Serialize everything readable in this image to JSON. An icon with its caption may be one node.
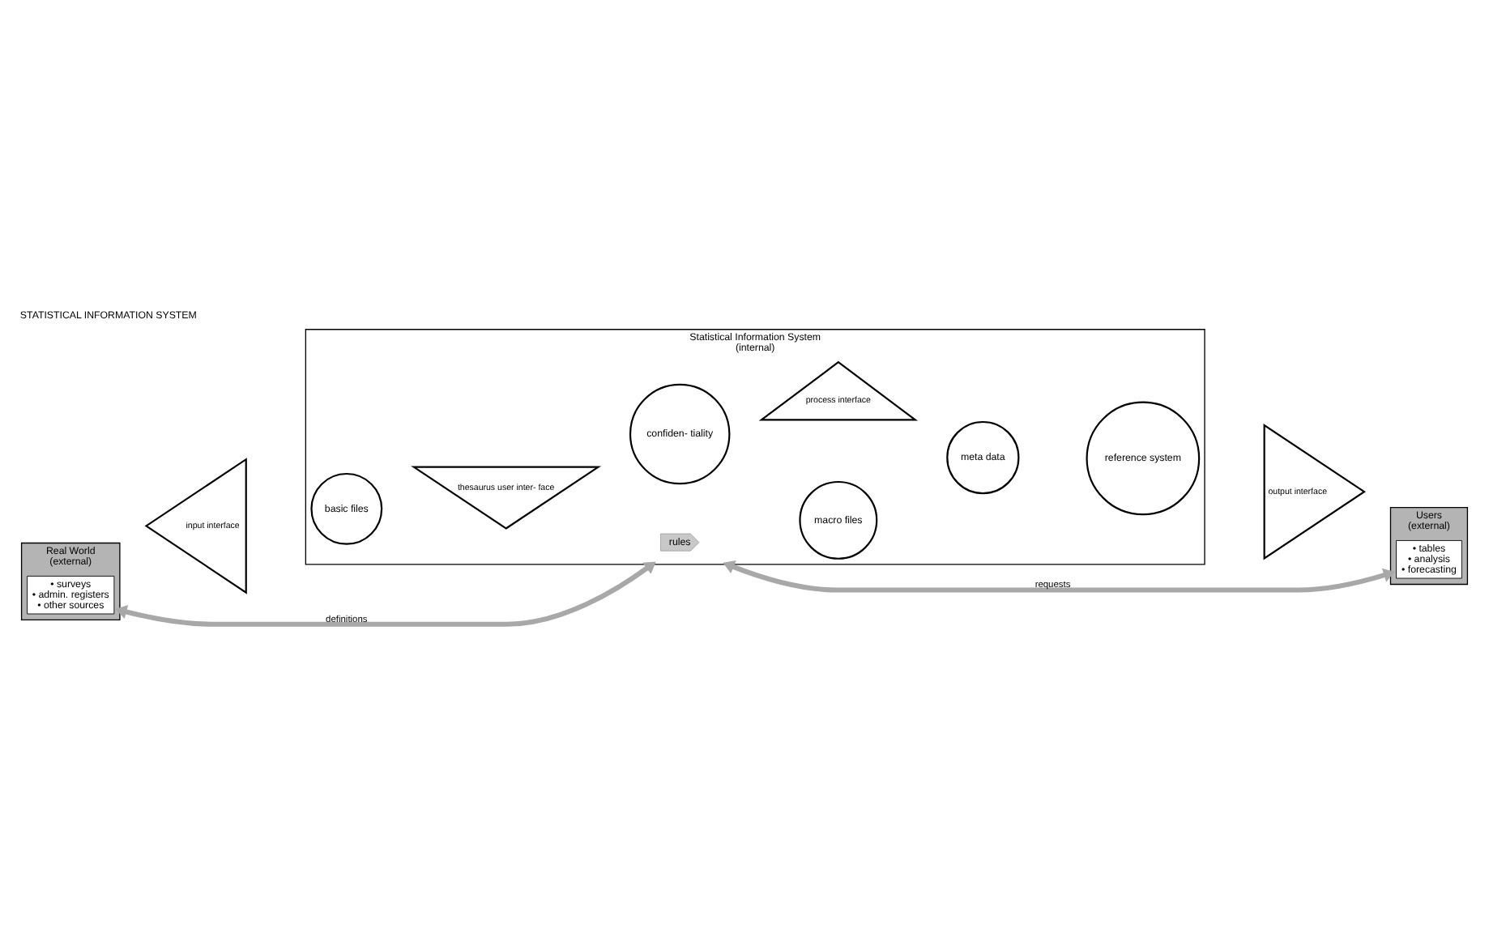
{
  "diagram": {
    "title": "STATISTICAL INFORMATION SYSTEM",
    "nodes": [
      {
        "text": [
          "Real World",
          "(external)"
        ]
      },
      {
        "text": [
          "• surveys",
          "• admin. registers",
          "• other sources"
        ],
        "in": 0
      },
      {
        "text": [
          "input interface"
        ]
      },
      {
        "text": [
          "Statistical Information System",
          "(internal)"
        ]
      },
      {
        "text": [
          "basic files"
        ],
        "in": 3
      },
      {
        "text": [
          "macro files"
        ],
        "in": 3
      },
      {
        "text": [
          "thesaurus user inter- face"
        ],
        "in": 3
      },
      {
        "text": [
          "rules"
        ],
        "in": 3
      },
      {
        "text": [
          "process interface"
        ],
        "in": 3
      },
      {
        "text": [
          "confiden- tiality"
        ],
        "in": 3
      },
      {
        "text": [
          "reference system"
        ],
        "in": 3
      },
      {
        "text": [
          "meta data"
        ],
        "in": 3
      },
      {
        "text": [
          "Users",
          "(external)"
        ]
      },
      {
        "text": [
          "• tables",
          "• analysis",
          "• forecasting"
        ],
        "in": 12
      },
      {
        "text": [
          "output interface"
        ]
      }
    ],
    "edges": [
      {
        "from": 0,
        "to": 3,
        "arrow": "both",
        "label": "definitions"
      },
      {
        "from": 3,
        "to": 12,
        "arrow": "both",
        "label": "requests"
      }
    ]
  }
}
